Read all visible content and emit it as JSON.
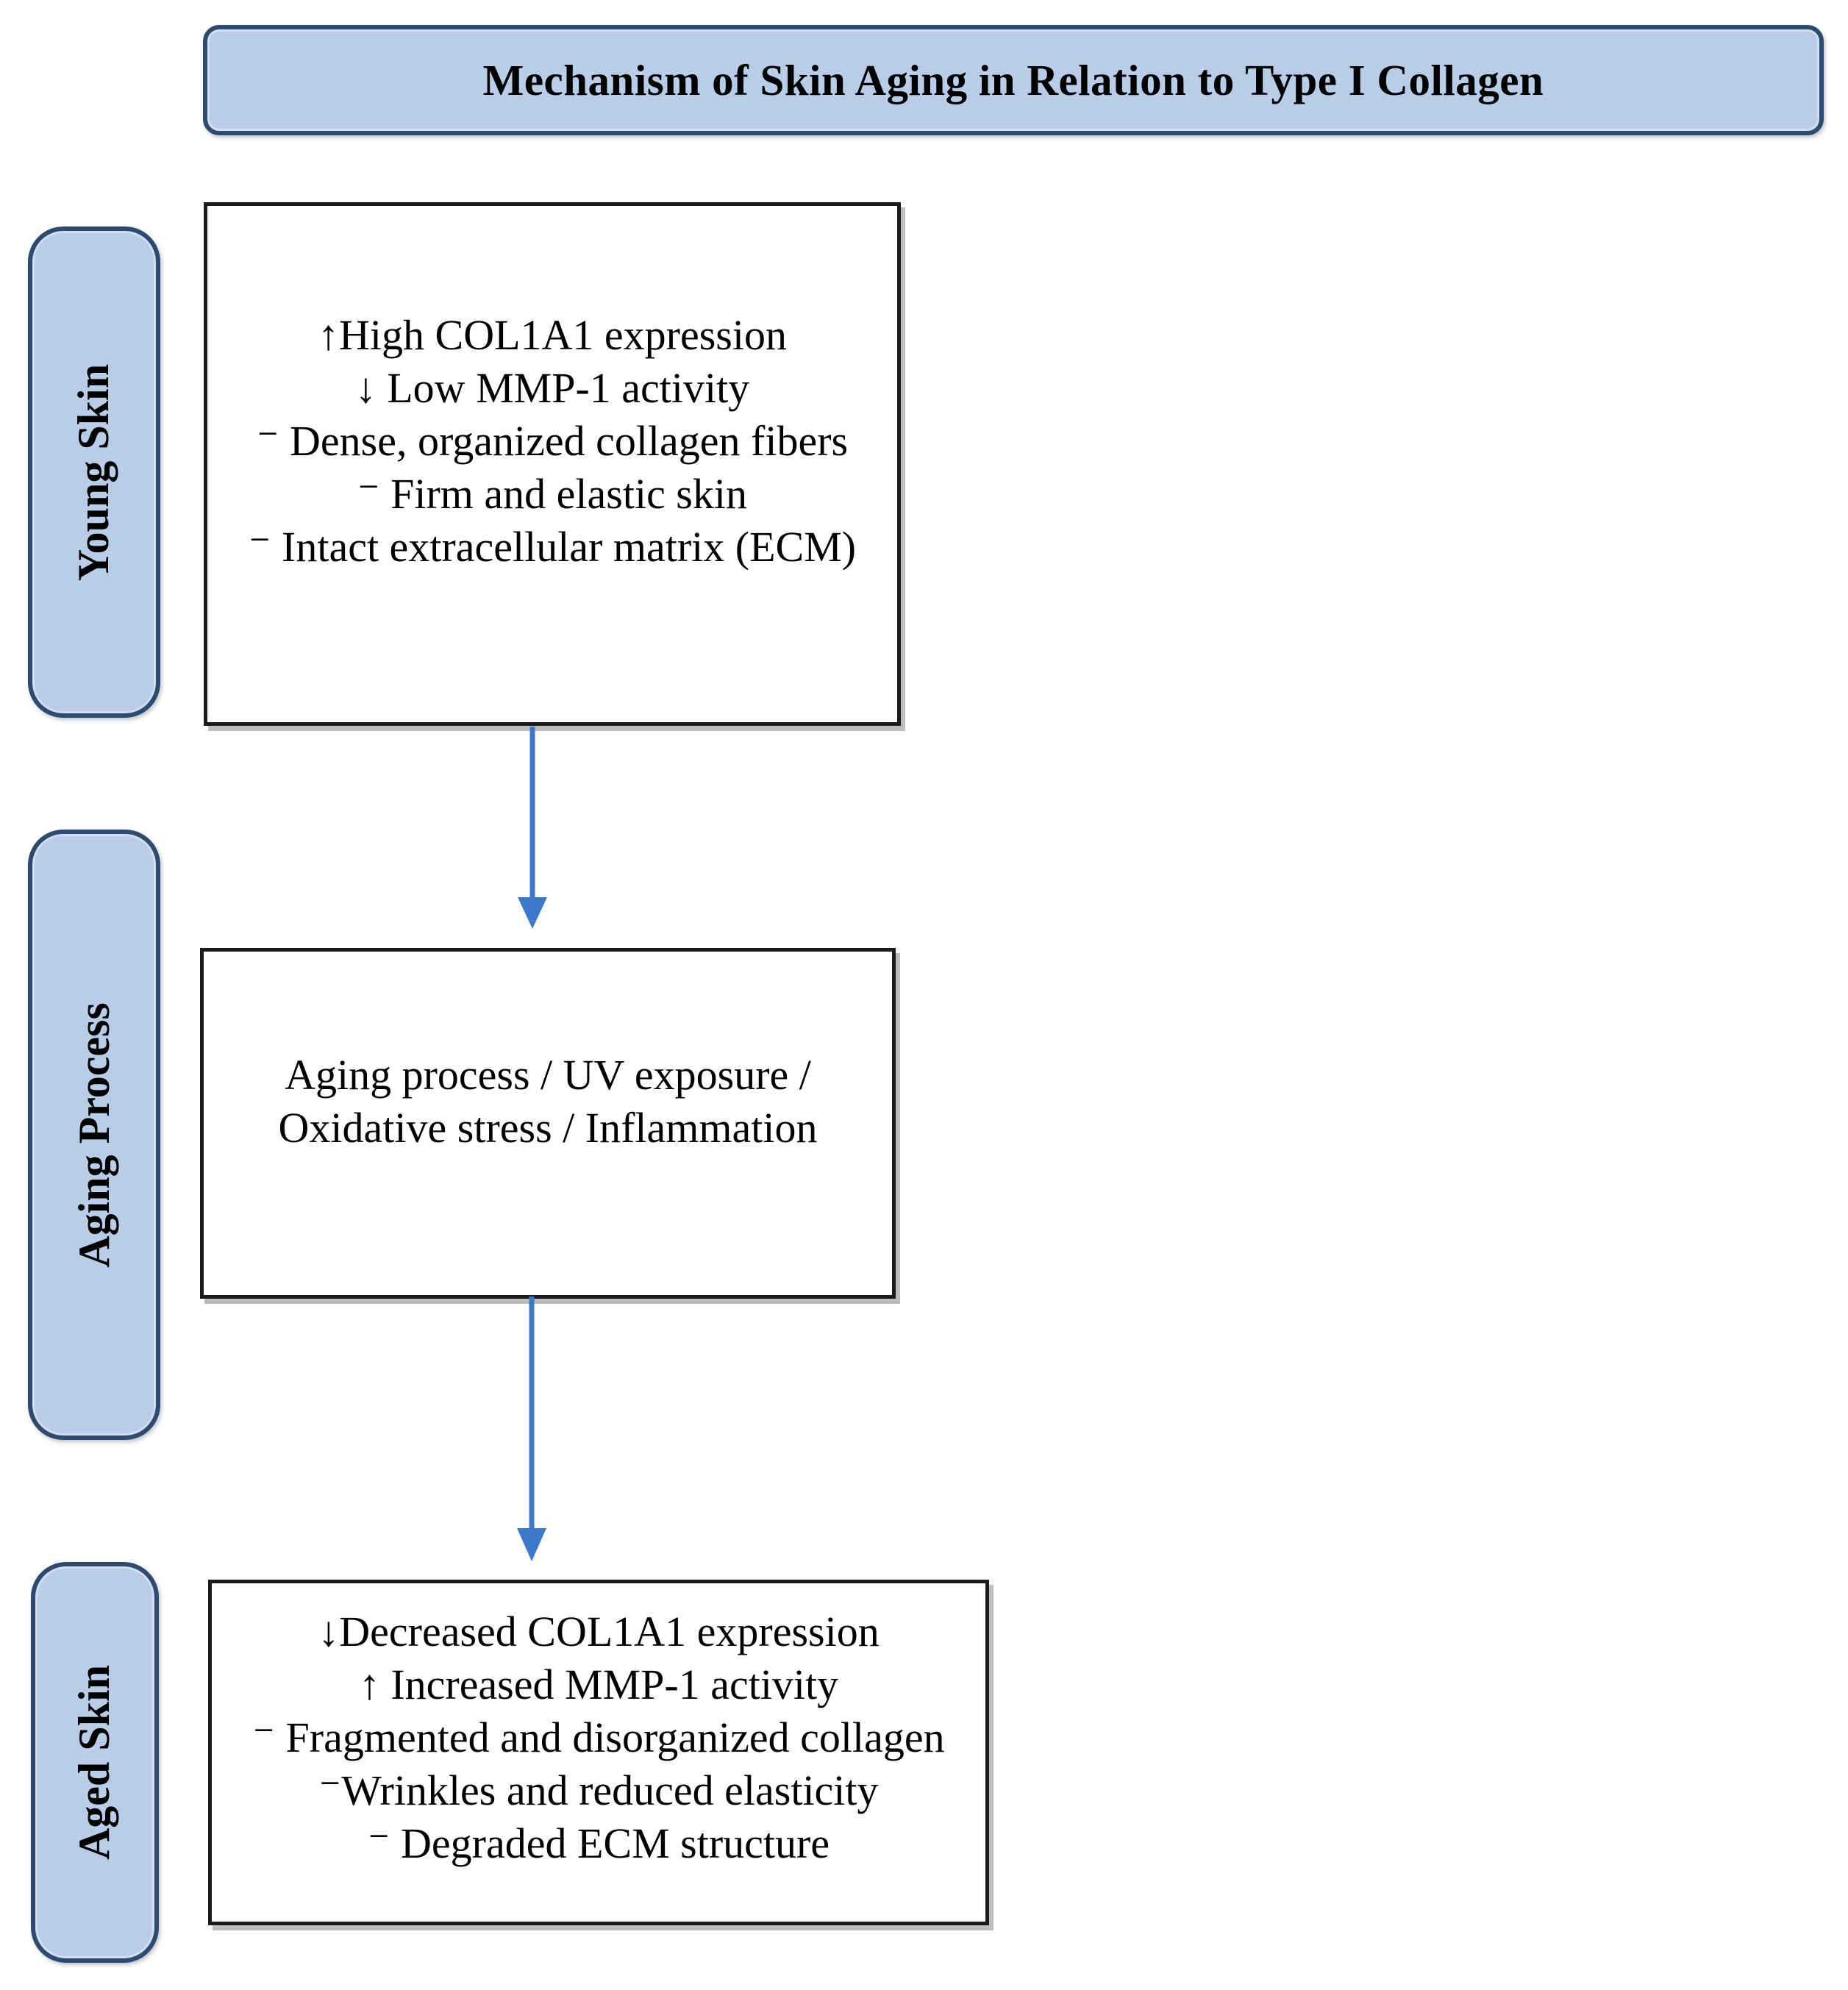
{
  "title": "Mechanism of Skin Aging in Relation to Type I Collagen",
  "colors": {
    "panel_fill": "#b9cde8",
    "panel_border": "#2e4a6e",
    "box_border": "#1b1b1b",
    "arrow": "#3e78c8",
    "text": "#000000"
  },
  "side_labels": {
    "young": "Young Skin",
    "aging": "Aging Process",
    "aged": "Aged Skin"
  },
  "stages": [
    {
      "name": "young-skin",
      "lines": [
        {
          "marker": "↑",
          "text": "High COL1A1 expression"
        },
        {
          "marker": "↓",
          "text": " Low MMP-1 activity"
        },
        {
          "marker": "⁻",
          "text": " Dense, organized collagen fibers"
        },
        {
          "marker": "⁻",
          "text": " Firm and elastic skin"
        },
        {
          "marker": "⁻",
          "text": " Intact extracellular matrix (ECM)"
        }
      ]
    },
    {
      "name": "aging-process",
      "lines": [
        {
          "marker": "",
          "text": "Aging process / UV exposure /"
        },
        {
          "marker": "",
          "text": "Oxidative stress / Inflammation"
        }
      ]
    },
    {
      "name": "aged-skin",
      "lines": [
        {
          "marker": "↓",
          "text": "Decreased COL1A1 expression"
        },
        {
          "marker": "↑",
          "text": " Increased MMP-1 activity"
        },
        {
          "marker": "⁻",
          "text": " Fragmented and disorganized collagen"
        },
        {
          "marker": "⁻",
          "text": "Wrinkles and reduced elasticity"
        },
        {
          "marker": "⁻",
          "text": " Degraded ECM structure"
        }
      ]
    }
  ]
}
